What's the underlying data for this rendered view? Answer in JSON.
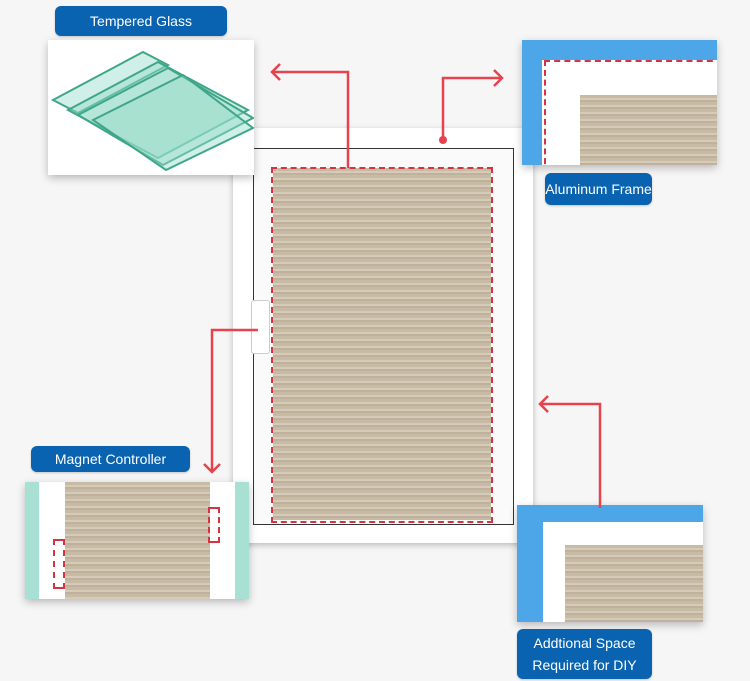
{
  "labels": {
    "tempered_glass": "Tempered Glass",
    "aluminum_frame": "Aluminum Frame",
    "magnet_controller": "Magnet Controller",
    "additional_space_line1": "Addtional Space",
    "additional_space_line2": "Required for DIY"
  },
  "colors": {
    "label_bg": "#0a63b0",
    "arrow": "#e8424c",
    "frame_bg": "#4da6e8",
    "magnet_bg": "#a8e0d4"
  }
}
